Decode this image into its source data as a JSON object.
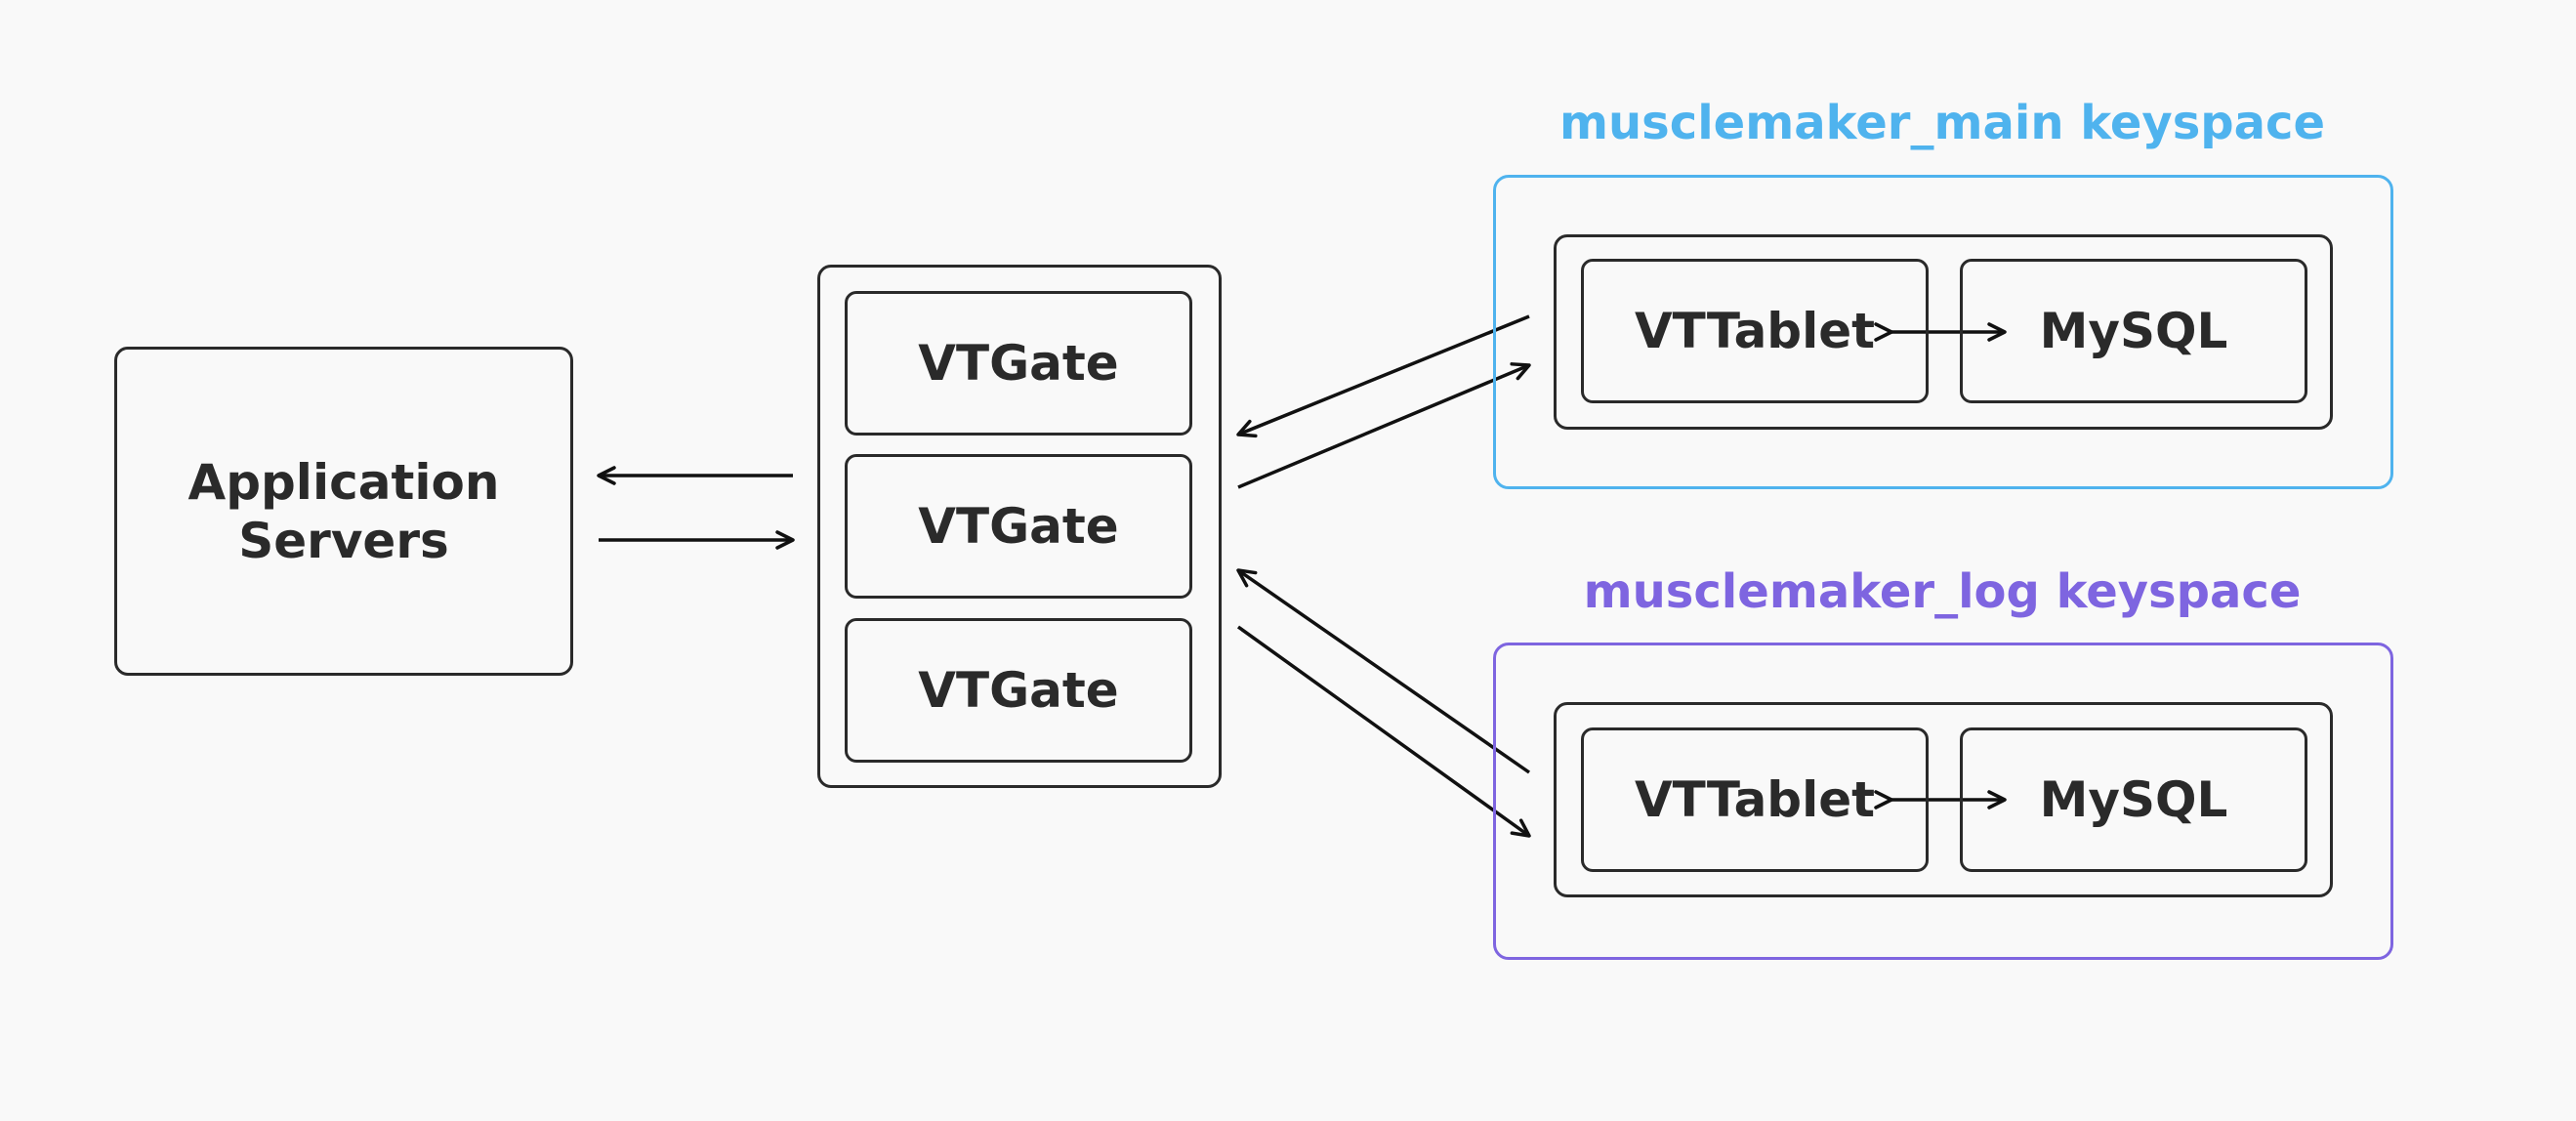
{
  "colors": {
    "background": "#f9f9f9",
    "stroke": "#2a2a2a",
    "main_keyspace": "#4fb3ee",
    "log_keyspace": "#7e65e0"
  },
  "app_servers": {
    "label": "Application\nServers"
  },
  "vtgates": [
    {
      "label": "VTGate"
    },
    {
      "label": "VTGate"
    },
    {
      "label": "VTGate"
    }
  ],
  "keyspaces": [
    {
      "title": "musclemaker_main keyspace",
      "tablet": "VTTablet",
      "db": "MySQL"
    },
    {
      "title": "musclemaker_log keyspace",
      "tablet": "VTTablet",
      "db": "MySQL"
    }
  ]
}
